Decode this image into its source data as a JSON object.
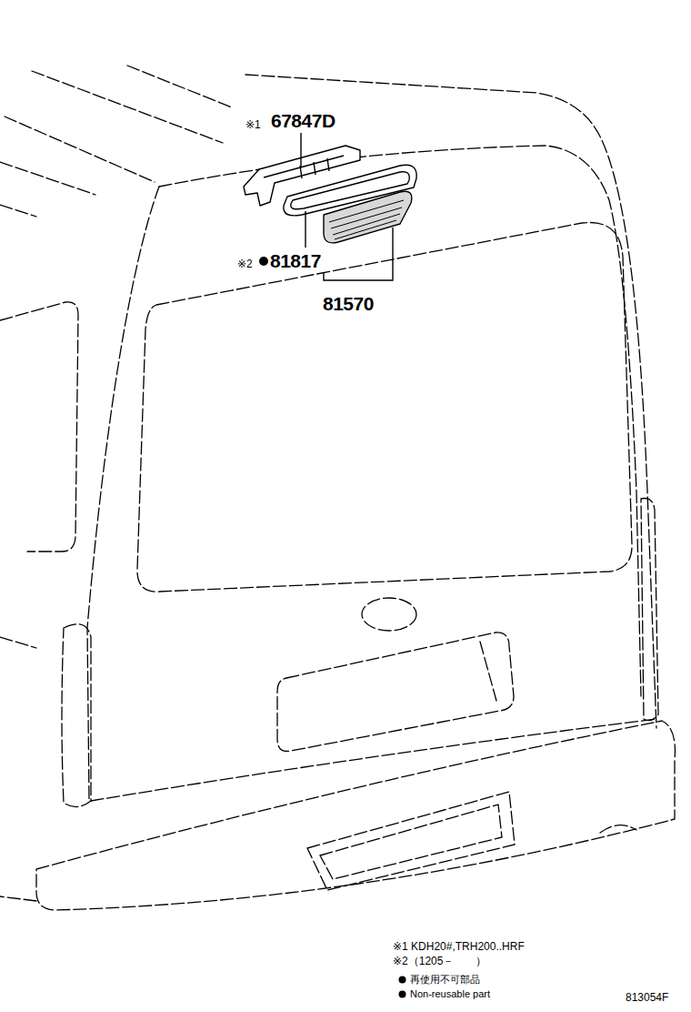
{
  "diagram": {
    "labels": [
      "※1",
      "67847D",
      "※2",
      "81817",
      "81570",
      "※1 KDH20#,TRH200..HRF",
      "※2（1205－　　）",
      "813054F"
    ],
    "legend": [
      {
        "text": "再使用不可部品"
      },
      {
        "text": "Non-reusable part"
      }
    ]
  }
}
